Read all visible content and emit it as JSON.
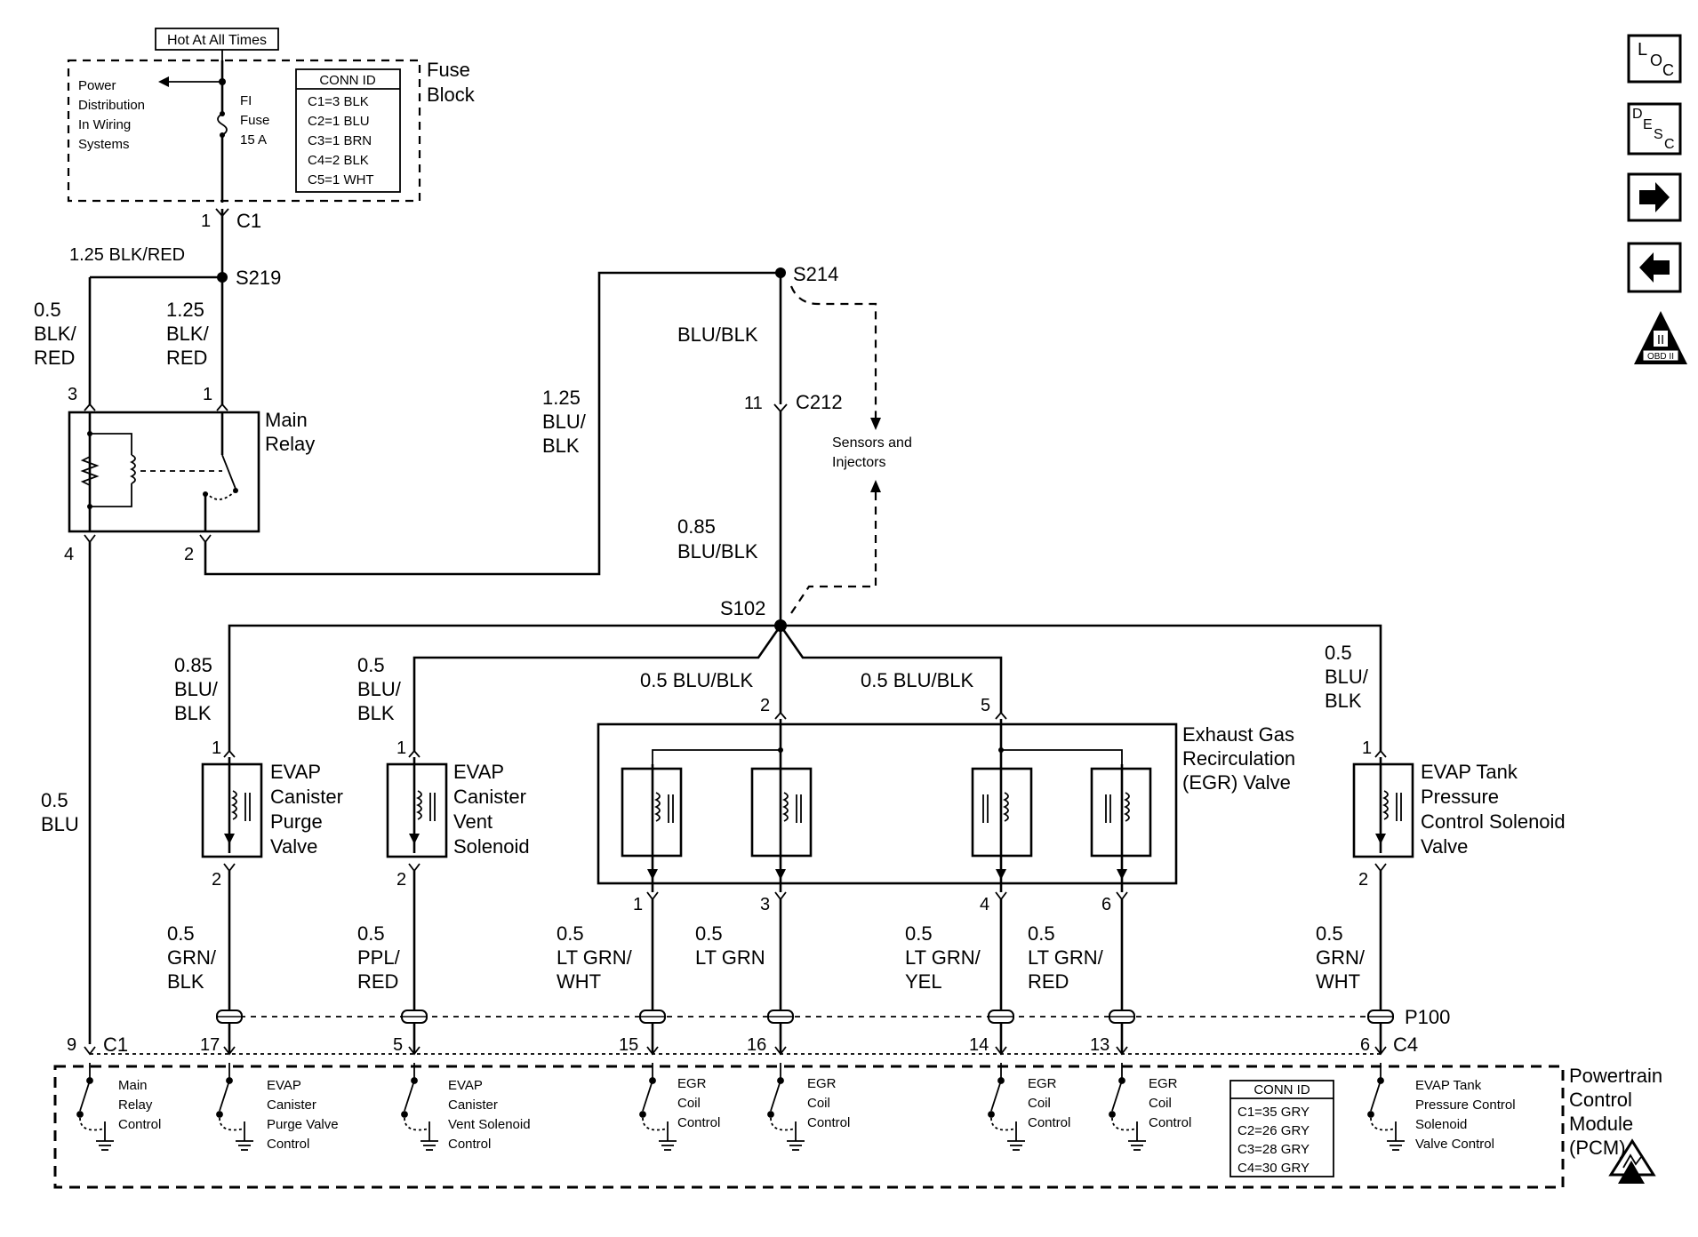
{
  "fuse_block": {
    "hot_label": "Hot At All Times",
    "title_line1": "Fuse",
    "title_line2": "Block",
    "power_dist": [
      "Power",
      "Distribution",
      "In Wiring",
      "Systems"
    ],
    "fuse": [
      "FI",
      "Fuse",
      "15 A"
    ],
    "conn_id": {
      "header": "CONN ID",
      "rows": [
        "C1=3 BLK",
        "C2=1 BLU",
        "C3=1 BRN",
        "C4=2 BLK",
        "C5=1 WHT"
      ]
    }
  },
  "connectors": {
    "c1_top_pin": "1",
    "c1_top": "C1",
    "c212_pin": "11",
    "c212": "C212",
    "p100": "P100",
    "pcm_c1_pin": "9",
    "pcm_c1": "C1",
    "pcm_c4_pin": "6",
    "pcm_c4": "C4"
  },
  "splices": {
    "s219": "S219",
    "s214": "S214",
    "s102": "S102"
  },
  "wires": {
    "fuse_out": "1.25 BLK/RED",
    "relay_pin3": [
      "0.5",
      "BLK/",
      "RED"
    ],
    "relay_pin1": [
      "1.25",
      "BLK/",
      "RED"
    ],
    "relay_out": [
      "1.25",
      "BLU/",
      "BLK"
    ],
    "s214_down": "BLU/BLK",
    "c212_down": [
      "0.85",
      "BLU/BLK"
    ],
    "purge_in": [
      "0.85",
      "BLU/",
      "BLK"
    ],
    "vent_in": [
      "0.5",
      "BLU/",
      "BLK"
    ],
    "egr_in_a": "0.5 BLU/BLK",
    "egr_in_b": "0.5 BLU/BLK",
    "tank_in": [
      "0.5",
      "BLU/",
      "BLK"
    ],
    "relay_ctrl": [
      "0.5",
      "BLU"
    ],
    "purge_out": [
      "0.5",
      "GRN/",
      "BLK"
    ],
    "vent_out": [
      "0.5",
      "PPL/",
      "RED"
    ],
    "egr1_out": [
      "0.5",
      "LT GRN/",
      "WHT"
    ],
    "egr3_out": [
      "0.5",
      "LT GRN"
    ],
    "egr4_out": [
      "0.5",
      "LT GRN/",
      "YEL"
    ],
    "egr6_out": [
      "0.5",
      "LT GRN/",
      "RED"
    ],
    "tank_out": [
      "0.5",
      "GRN/",
      "WHT"
    ]
  },
  "main_relay": {
    "label": [
      "Main",
      "Relay"
    ],
    "pins": [
      "3",
      "1",
      "4",
      "2"
    ]
  },
  "sensors_injectors": [
    "Sensors and",
    "Injectors"
  ],
  "components": {
    "purge": {
      "label": [
        "EVAP",
        "Canister",
        "Purge",
        "Valve"
      ],
      "pins": [
        "1",
        "2"
      ]
    },
    "vent": {
      "label": [
        "EVAP",
        "Canister",
        "Vent",
        "Solenoid"
      ],
      "pins": [
        "1",
        "2"
      ]
    },
    "egr": {
      "label": [
        "Exhaust Gas",
        "Recirculation",
        "(EGR) Valve"
      ],
      "in_pins": [
        "2",
        "5"
      ],
      "out_pins": [
        "1",
        "3",
        "4",
        "6"
      ]
    },
    "tank": {
      "label": [
        "EVAP Tank",
        "Pressure",
        "Control Solenoid",
        "Valve"
      ],
      "pins": [
        "1",
        "2"
      ]
    }
  },
  "pcm": {
    "title": [
      "Powertrain",
      "Control",
      "Module",
      "(PCM)"
    ],
    "pins": [
      "17",
      "5",
      "15",
      "16",
      "14",
      "13"
    ],
    "controls": {
      "main_relay": [
        "Main",
        "Relay",
        "Control"
      ],
      "purge": [
        "EVAP",
        "Canister",
        "Purge Valve",
        "Control"
      ],
      "vent": [
        "EVAP",
        "Canister",
        "Vent Solenoid",
        "Control"
      ],
      "egr1": [
        "EGR",
        "Coil",
        "Control"
      ],
      "egr2": [
        "EGR",
        "Coil",
        "Control"
      ],
      "egr3": [
        "EGR",
        "Coil",
        "Control"
      ],
      "egr4": [
        "EGR",
        "Coil",
        "Control"
      ],
      "tank": [
        "EVAP Tank",
        "Pressure Control",
        "Solenoid",
        "Valve Control"
      ]
    },
    "conn_id": {
      "header": "CONN ID",
      "rows": [
        "C1=35 GRY",
        "C2=26 GRY",
        "C3=28 GRY",
        "C4=30 GRY"
      ]
    }
  },
  "side_nav": {
    "loc": [
      "L",
      "O",
      "C"
    ],
    "desc": [
      "D",
      "E",
      "S",
      "C"
    ],
    "obd": [
      "II",
      "OBD II"
    ],
    "forward_icon": "arrow-right-icon",
    "back_icon": "arrow-left-icon"
  }
}
